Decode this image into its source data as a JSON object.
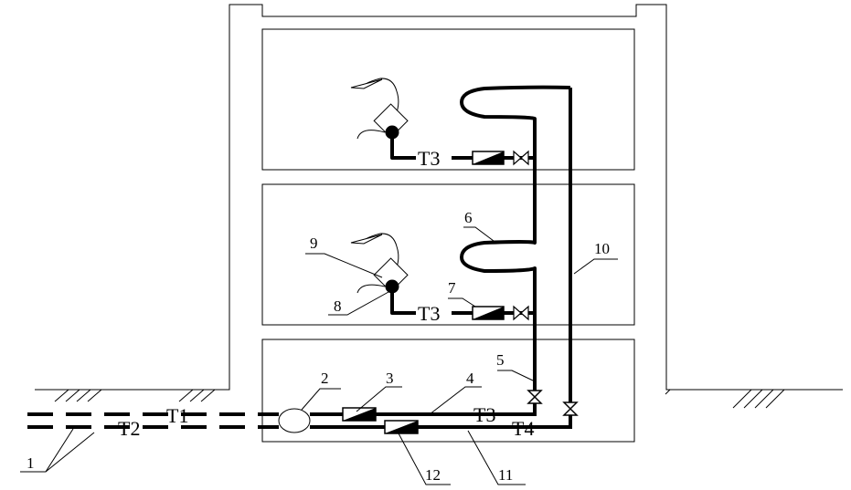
{
  "pipe_labels": {
    "t1": "T1",
    "t2": "T2",
    "t3_top": "T3",
    "t3_mid": "T3",
    "t3_bottom": "T3",
    "t4": "T4"
  },
  "callouts": {
    "n1": "1",
    "n2": "2",
    "n3": "3",
    "n4": "4",
    "n5": "5",
    "n6": "6",
    "n7": "7",
    "n8": "8",
    "n9": "9",
    "n10": "10",
    "n11": "11",
    "n12": "12"
  }
}
